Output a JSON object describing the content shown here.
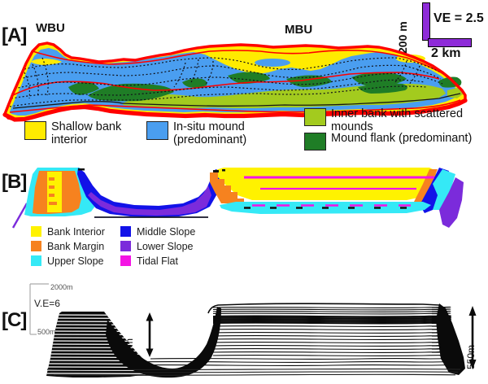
{
  "colors": {
    "bank_yellow": "#FFEB00",
    "mound_blue": "#4A9EF0",
    "inner_bank_olive": "#A3CB1E",
    "mound_flank_green": "#1F7D26",
    "outline_red": "#FF0000",
    "scalebar_purple": "#8E2BD8",
    "b_bank_interior": "#FFF200",
    "b_bank_margin": "#F6821F",
    "b_upper_slope": "#35E9F6",
    "b_middle_slope": "#1212E8",
    "b_lower_slope": "#7B2BDB",
    "b_tidal_flat": "#F414E4"
  },
  "panel_a": {
    "label": "[A]",
    "unit_left": "WBU",
    "unit_right": "MBU",
    "scale": {
      "vertical": "200 m",
      "ve": "VE = 2.5",
      "horizontal": "2 km"
    },
    "legend": [
      {
        "label": "Shallow bank interior",
        "color": "#FFEB00"
      },
      {
        "label": "In-situ mound (predominant)",
        "color": "#4A9EF0"
      },
      {
        "label": "Inner bank with scattered mounds",
        "color": "#A3CB1E"
      },
      {
        "label": "Mound flank (predominant)",
        "color": "#1F7D26"
      }
    ]
  },
  "panel_b": {
    "label": "[B]",
    "legend": [
      {
        "label": "Bank Interior",
        "color": "#FFF200"
      },
      {
        "label": "Bank Margin",
        "color": "#F6821F"
      },
      {
        "label": "Upper Slope",
        "color": "#35E9F6"
      },
      {
        "label": "Middle Slope",
        "color": "#1212E8"
      },
      {
        "label": "Lower Slope",
        "color": "#7B2BDB"
      },
      {
        "label": "Tidal Flat",
        "color": "#F414E4"
      }
    ]
  },
  "panel_c": {
    "label": "[C]",
    "ve": "V.E=6",
    "scale_top": "2000m",
    "scale_bottom": "500m",
    "basin_relief": "330m",
    "margin_relief": "550m"
  }
}
